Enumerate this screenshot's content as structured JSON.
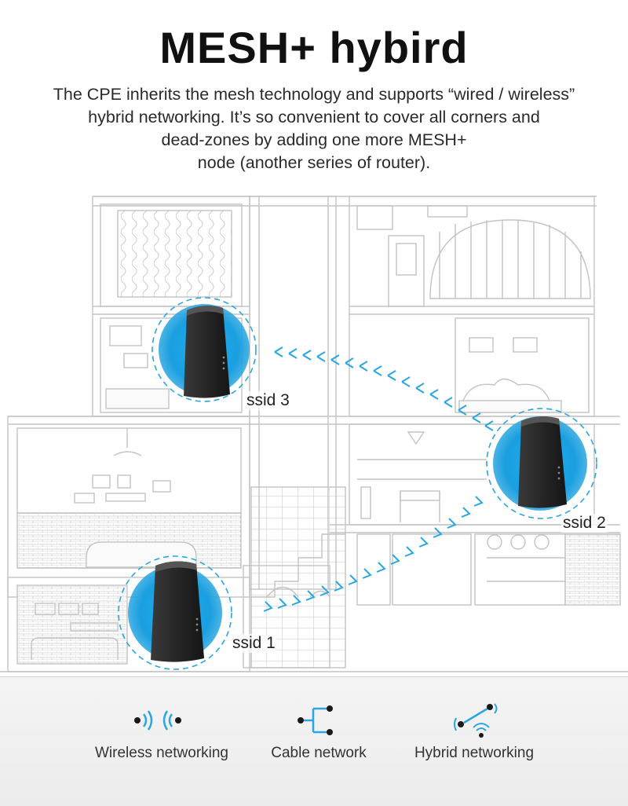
{
  "header": {
    "title": "MESH+ hybird",
    "description_lines": [
      "The CPE inherits the mesh technology and supports “wired / wireless”",
      "hybrid networking. It’s so convenient to cover all corners and",
      "dead-zones by adding one more MESH+",
      "node (another series of router)."
    ]
  },
  "nodes": [
    {
      "label": "ssid 3"
    },
    {
      "label": "ssid 2"
    },
    {
      "label": "ssid 1"
    }
  ],
  "features": [
    {
      "label": "Wireless networking",
      "icon": "wireless-signal-icon"
    },
    {
      "label": "Cable network",
      "icon": "cable-network-icon"
    },
    {
      "label": "Hybrid networking",
      "icon": "hybrid-network-icon"
    }
  ],
  "colors": {
    "accent": "#2aa6e0",
    "router": "#2b2b2b",
    "line": "#bcbcbc"
  }
}
